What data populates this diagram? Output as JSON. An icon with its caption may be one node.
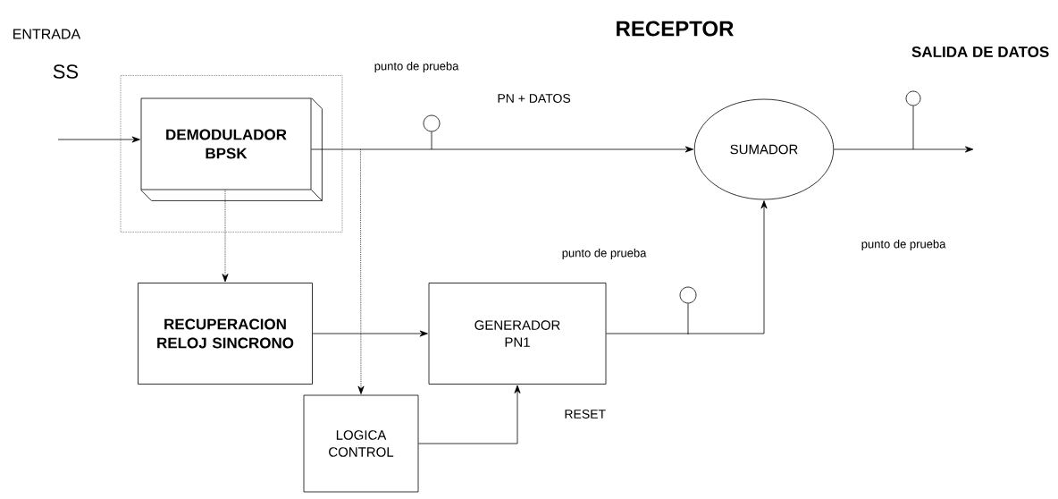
{
  "diagram": {
    "title": "RECEPTOR",
    "nodes": [
      {
        "text": [],
        "shape": "box"
      },
      {
        "text": [
          "DEMODULADOR BPSK"
        ],
        "in": 0
      },
      {
        "text": [
          "SUMADOR"
        ]
      },
      {
        "text": [
          "RECUPERACION RELOJ SINCRONO"
        ]
      },
      {
        "text": [
          "GENERADOR PN1"
        ]
      },
      {
        "text": [
          "LOGICA CONTROL"
        ]
      },
      {
        "text": [],
        "shape": "circle"
      },
      {
        "text": [],
        "shape": "circle"
      },
      {
        "text": [],
        "shape": "circle"
      }
    ],
    "edges": [
      {
        "from": null,
        "to": 1,
        "arrow": "to"
      },
      {
        "from": 1,
        "to": 2,
        "arrow": "to",
        "label": "PN + DATOS"
      },
      {
        "from": 2,
        "to": null,
        "arrow": "to"
      },
      {
        "from": 1,
        "to": 3,
        "arrow": "to",
        "style": "dashed"
      },
      {
        "from": 1,
        "to": 5,
        "arrow": "to",
        "style": "dashed"
      },
      {
        "from": 3,
        "to": 4,
        "arrow": "to"
      },
      {
        "from": 4,
        "to": 2,
        "arrow": "to"
      },
      {
        "from": 5,
        "to": 4,
        "arrow": "to",
        "label": "RESET"
      },
      {
        "from": 6,
        "to": null,
        "arrow": "none"
      },
      {
        "from": 7,
        "to": null,
        "arrow": "none"
      },
      {
        "from": 8,
        "to": null,
        "arrow": "none"
      }
    ],
    "labels": [
      "ENTRADA",
      "SS",
      "punto de prueba",
      "SALIDA DE DATOS",
      "punto de prueba",
      "punto de prueba"
    ]
  }
}
